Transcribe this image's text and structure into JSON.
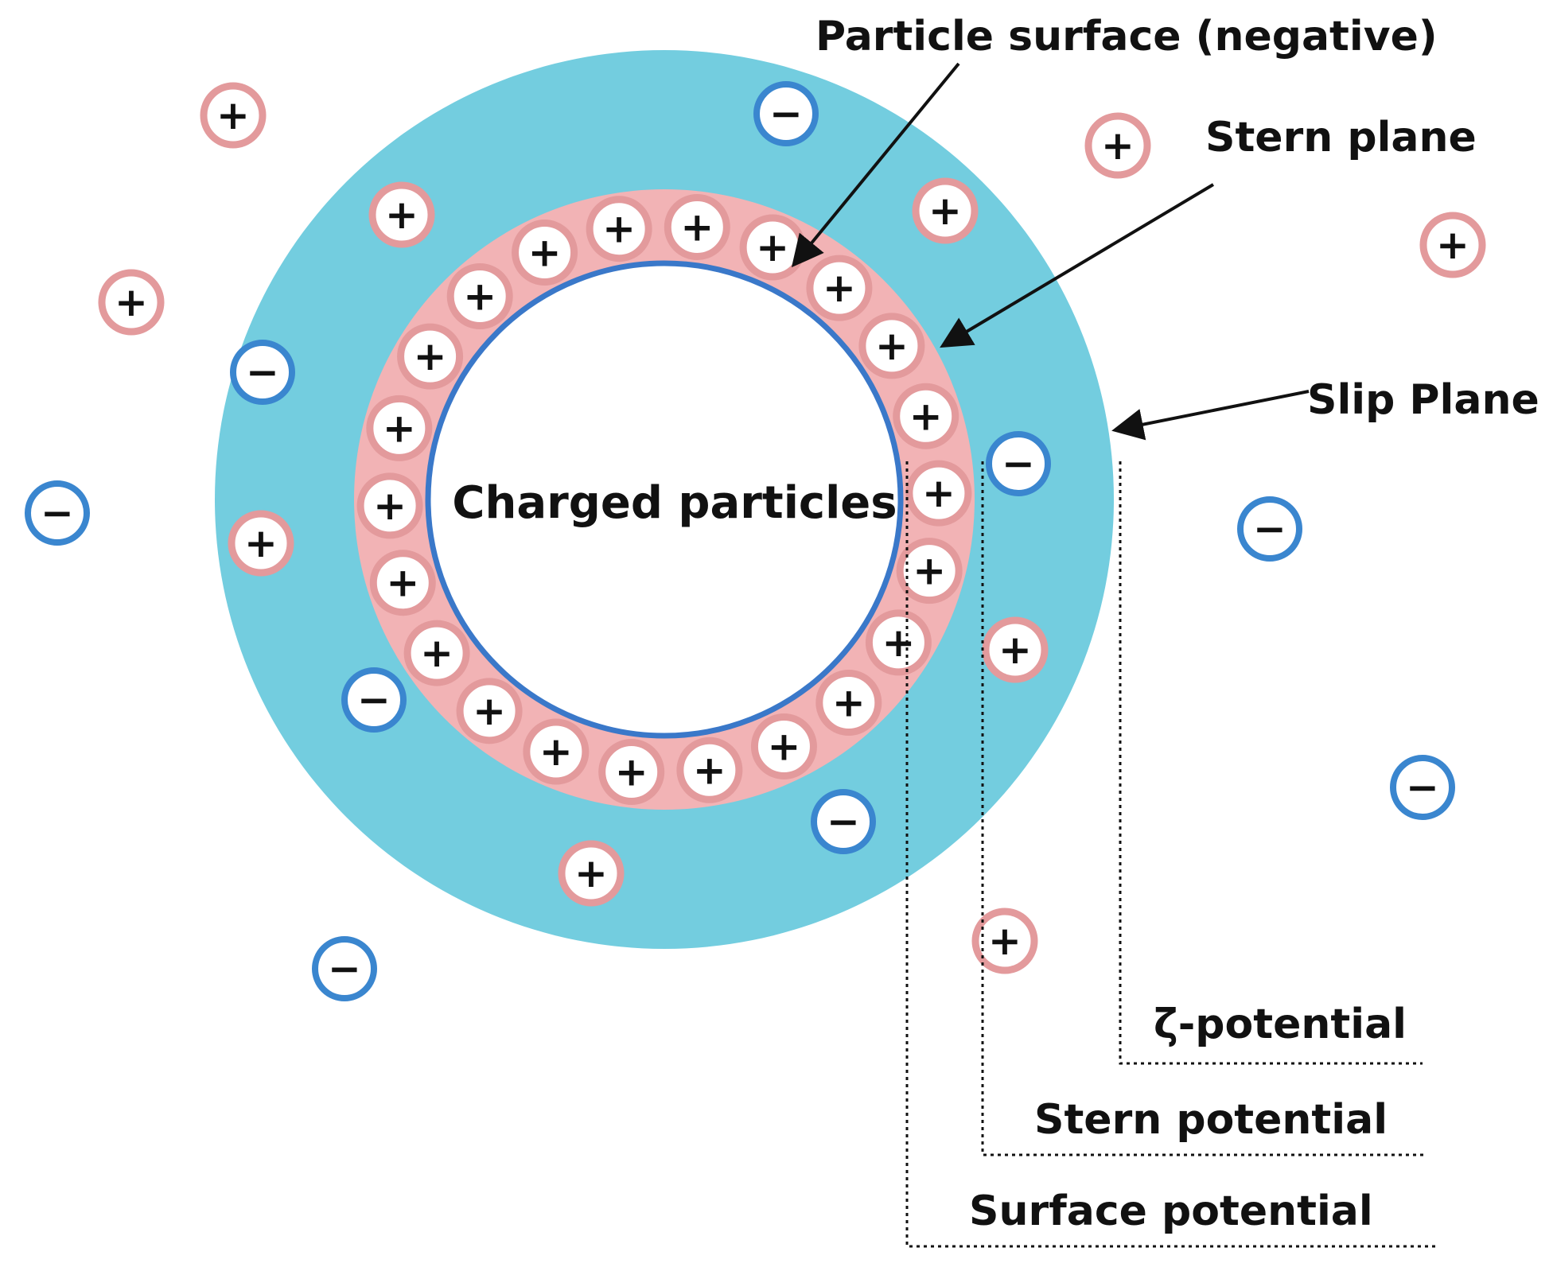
{
  "labels": {
    "particle_surface": "Particle surface (negative)",
    "stern_plane": "Stern plane",
    "slip_plane": "Slip Plane",
    "charged_particles": "Charged particles",
    "zeta_potential": "ζ-potential",
    "stern_potential": "Stern potential",
    "surface_potential": "Surface potential"
  },
  "ions": {
    "positive_symbol": "+",
    "negative_symbol": "−"
  },
  "colors": {
    "slip_layer": "#73CDDF",
    "stern_layer": "#F2B3B5",
    "particle_border": "#3A78C9",
    "positive_ion_ring": "#E39A9C",
    "negative_ion_ring": "#3A86CF",
    "text": "#111111"
  }
}
